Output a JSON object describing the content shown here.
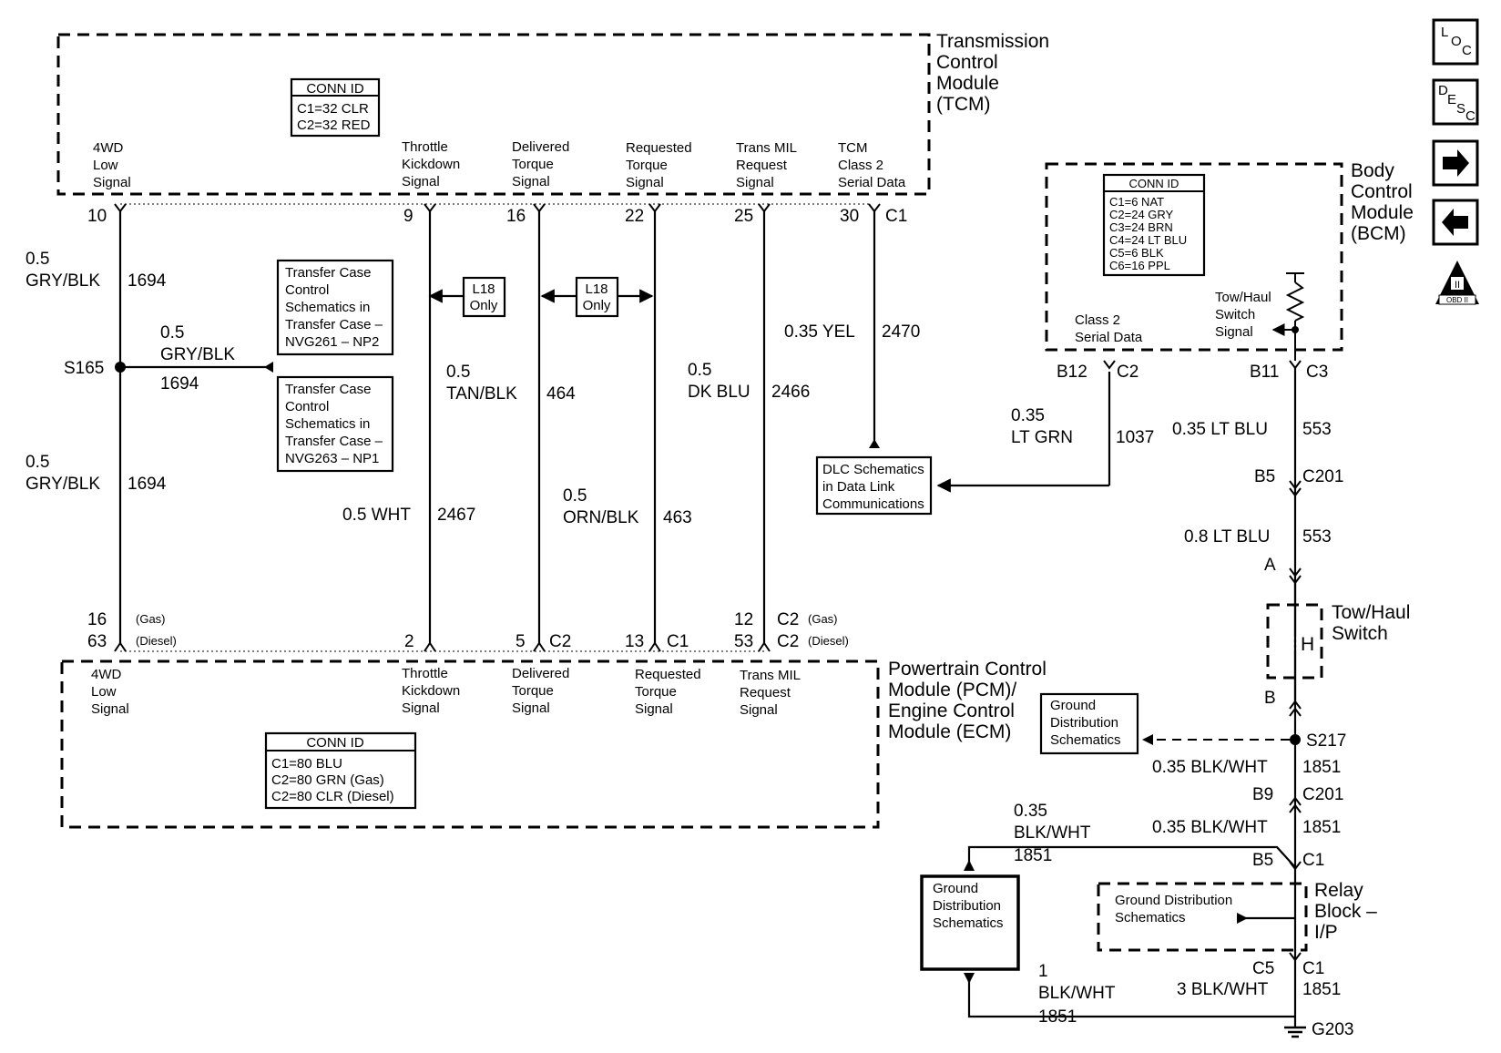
{
  "tcm": {
    "name": [
      "Transmission",
      "Control",
      "Module",
      "(TCM)"
    ],
    "conn_title": "CONN ID",
    "conn_lines": [
      "C1=32 CLR",
      "C2=32 RED"
    ],
    "pins": [
      {
        "label": [
          "4WD",
          "Low",
          "Signal"
        ],
        "num": "10",
        "conn": ""
      },
      {
        "label": [
          "Throttle",
          "Kickdown",
          "Signal"
        ],
        "num": "9",
        "conn": ""
      },
      {
        "label": [
          "Delivered",
          "Torque",
          "Signal"
        ],
        "num": "16",
        "conn": ""
      },
      {
        "label": [
          "Requested",
          "Torque",
          "Signal"
        ],
        "num": "22",
        "conn": ""
      },
      {
        "label": [
          "Trans MIL",
          "Request",
          "Signal"
        ],
        "num": "25",
        "conn": ""
      },
      {
        "label": [
          "TCM",
          "Class 2",
          "Serial Data"
        ],
        "num": "30",
        "conn": "C1"
      }
    ]
  },
  "pcm": {
    "name": [
      "Powertrain Control",
      "Module (PCM)/",
      "Engine Control",
      "Module (ECM)"
    ],
    "conn_title": "CONN ID",
    "conn_lines": [
      "C1=80 BLU",
      "C2=80 GRN (Gas)",
      "C2=80 CLR (Diesel)"
    ],
    "pins": [
      {
        "label": [
          "4WD",
          "Low",
          "Signal"
        ],
        "num": "16",
        "num2": "63",
        "note": "(Gas)",
        "note2": "(Diesel)"
      },
      {
        "label": [
          "Throttle",
          "Kickdown",
          "Signal"
        ],
        "num": "2",
        "conn": ""
      },
      {
        "label": [
          "Delivered",
          "Torque",
          "Signal"
        ],
        "num": "5",
        "conn": "C2"
      },
      {
        "label": [
          "Requested",
          "Torque",
          "Signal"
        ],
        "num": "13",
        "conn": "C1"
      },
      {
        "label": [
          "Trans MIL",
          "Request",
          "Signal"
        ],
        "num": "12",
        "num2": "53",
        "conn": "C2",
        "conn2": "C2",
        "note": "(Gas)",
        "note2": "(Diesel)"
      }
    ]
  },
  "bcm": {
    "name": [
      "Body",
      "Control",
      "Module",
      "(BCM)"
    ],
    "conn_title": "CONN ID",
    "conn_lines": [
      "C1=6 NAT",
      "C2=24 GRY",
      "C3=24 BRN",
      "C4=24 LT BLU",
      "C5=6 BLK",
      "C6=16 PPL"
    ],
    "class2_label": [
      "Class 2",
      "Serial Data"
    ],
    "towhaul_label": [
      "Tow/Haul",
      "Switch",
      "Signal"
    ],
    "pin_c2_num": "B12",
    "pin_c2_conn": "C2",
    "pin_c3_num": "B11",
    "pin_c3_conn": "C3"
  },
  "wires": {
    "w1694_top": {
      "gauge": "0.5",
      "color": "GRY/BLK",
      "circuit": "1694"
    },
    "w1694_branch": {
      "gauge": "0.5",
      "color": "GRY/BLK",
      "circuit": "1694"
    },
    "w1694_bottom": {
      "gauge": "0.5",
      "color": "GRY/BLK",
      "circuit": "1694"
    },
    "splice_s165": "S165",
    "w2467": {
      "label": "0.5 WHT",
      "circuit": "2467"
    },
    "w464": {
      "gauge": "0.5",
      "color": "TAN/BLK",
      "circuit": "464"
    },
    "w463": {
      "gauge": "0.5",
      "color": "ORN/BLK",
      "circuit": "463"
    },
    "w2466": {
      "gauge": "0.5",
      "color": "DK BLU",
      "circuit": "2466"
    },
    "w2470": {
      "label": "0.35 YEL",
      "circuit": "2470"
    },
    "w1037": {
      "gauge": "0.35",
      "color": "LT GRN",
      "circuit": "1037"
    },
    "w553a": {
      "label": "0.35 LT BLU",
      "circuit": "553"
    },
    "w553b": {
      "label": "0.8 LT BLU",
      "circuit": "553"
    },
    "c201a": {
      "pin": "B5",
      "conn": "C201"
    },
    "switch_pin_a": "A",
    "switch_pin_b": "B",
    "splice_s217": "S217",
    "w1851a": {
      "label": "0.35 BLK/WHT",
      "circuit": "1851"
    },
    "c201b": {
      "pin": "B9",
      "conn": "C201"
    },
    "w1851b": {
      "label": "0.35 BLK/WHT",
      "circuit": "1851"
    },
    "w1851c": {
      "gauge": "0.35",
      "color": "BLK/WHT",
      "circuit": "1851"
    },
    "relay_c1": {
      "pin": "B5",
      "conn": "C1"
    },
    "relay_bottom": {
      "pin": "C5",
      "conn": "C1"
    },
    "w1851d": {
      "label": "3 BLK/WHT",
      "circuit": "1851"
    },
    "w1851e": {
      "gauge": "1",
      "color": "BLK/WHT",
      "circuit": "1851"
    },
    "ground_g203": "G203"
  },
  "boxes": {
    "transfer1": [
      "Transfer Case",
      "Control",
      "Schematics in",
      "Transfer Case –",
      "NVG261 – NP2"
    ],
    "transfer2": [
      "Transfer Case",
      "Control",
      "Schematics in",
      "Transfer Case –",
      "NVG263 – NP1"
    ],
    "l18_a": [
      "L18",
      "Only"
    ],
    "l18_b": [
      "L18",
      "Only"
    ],
    "dlc": [
      "DLC Schematics",
      "in Data Link",
      "Communications"
    ],
    "ground_dist_1": [
      "Ground",
      "Distribution",
      "Schematics"
    ],
    "ground_dist_2": [
      "Ground",
      "Distribution",
      "Schematics"
    ],
    "ground_dist_3": [
      "Ground Distribution",
      "Schematics"
    ]
  },
  "towhaul_switch": [
    "Tow/Haul",
    "Switch"
  ],
  "towhaul_symbol": "H",
  "relay_block": [
    "Relay",
    "Block –",
    "I/P"
  ],
  "nav_icons": [
    {
      "name": "loc-icon",
      "text": [
        "L",
        "O",
        "C"
      ]
    },
    {
      "name": "desc-icon",
      "text": [
        "D",
        "E",
        "S",
        "C"
      ]
    },
    {
      "name": "arrow-right-icon"
    },
    {
      "name": "arrow-left-icon"
    },
    {
      "name": "obd-icon",
      "text": [
        "II",
        "OBD II"
      ]
    }
  ]
}
